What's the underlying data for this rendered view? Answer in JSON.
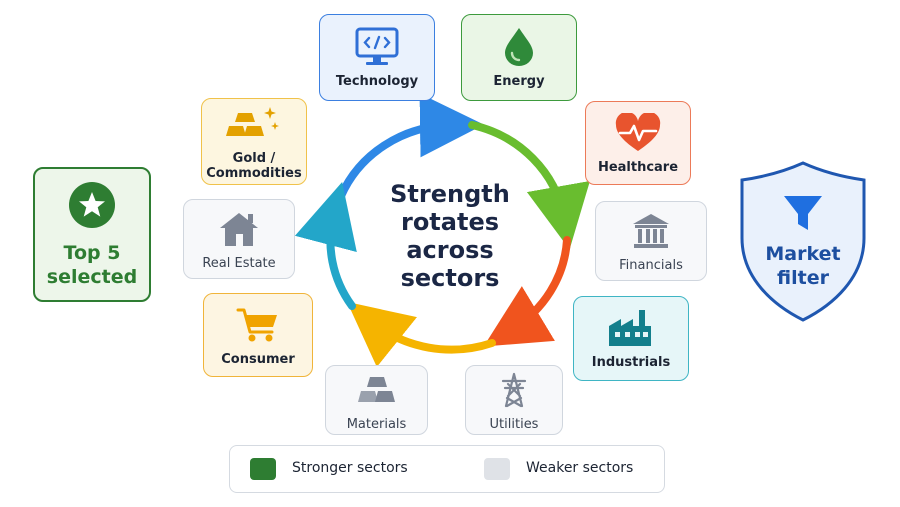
{
  "center_text": "Strength rotates across sectors",
  "sectors": [
    {
      "label": "Technology",
      "icon": "code-monitor-icon",
      "status": "strong"
    },
    {
      "label": "Energy",
      "icon": "oil-drop-icon",
      "status": "strong"
    },
    {
      "label": "Healthcare",
      "icon": "heartbeat-icon",
      "status": "strong"
    },
    {
      "label": "Financials",
      "icon": "bank-icon",
      "status": "weak"
    },
    {
      "label": "Industrials",
      "icon": "factory-icon",
      "status": "strong"
    },
    {
      "label": "Utilities",
      "icon": "power-tower-icon",
      "status": "weak"
    },
    {
      "label": "Materials",
      "icon": "ingots-icon",
      "status": "weak"
    },
    {
      "label": "Consumer",
      "icon": "shopping-cart-icon",
      "status": "strong"
    },
    {
      "label": "Real Estate",
      "icon": "house-icon",
      "status": "weak"
    },
    {
      "label": "Gold / Commodities",
      "icon": "gold-bars-icon",
      "status": "strong"
    }
  ],
  "top5": {
    "text": "Top 5\nselected",
    "icon": "star-icon"
  },
  "market_filter": {
    "text": "Market\nfilter",
    "icon": "funnel-icon"
  },
  "legend": {
    "strong": {
      "label": "Stronger sectors",
      "color": "#2e7d32"
    },
    "weak": {
      "label": "Weaker sectors",
      "color": "#dfe2e7"
    }
  },
  "colors": {
    "technology": "#2f6fd6",
    "energy": "#3b9a3b",
    "healthcare": "#e8542e",
    "industrials": "#137f8c",
    "consumer": "#f0a300",
    "gold": "#e3a100",
    "weak_icon": "#7d8594"
  }
}
